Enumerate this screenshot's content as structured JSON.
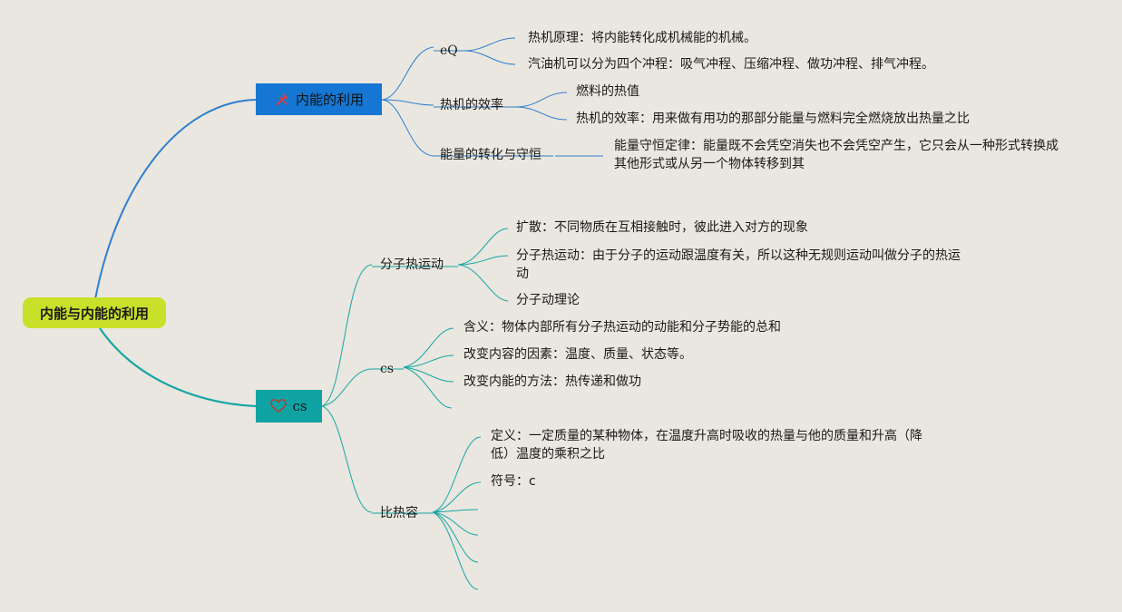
{
  "root": {
    "label": "内能与内能的利用"
  },
  "branch1": {
    "label": "内能的利用",
    "icon": "tools-icon",
    "children": [
      {
        "label": "eQ",
        "children": [
          "热机原理：将内能转化成机械能的机械。",
          "汽油机可以分为四个冲程：吸气冲程、压缩冲程、做功冲程、排气冲程。"
        ]
      },
      {
        "label": "热机的效率",
        "children": [
          "燃料的热值",
          "热机的效率：用来做有用功的那部分能量与燃料完全燃烧放出热量之比"
        ]
      },
      {
        "label": "能量的转化与守恒",
        "children": [
          "能量守恒定律：能量既不会凭空消失也不会凭空产生，它只会从一种形式转换成其他形式或从另一个物体转移到其"
        ]
      }
    ]
  },
  "branch2": {
    "label": "cs",
    "icon": "heart-icon",
    "children": [
      {
        "label": "分子热运动",
        "children": [
          "扩散：不同物质在互相接触时，彼此进入对方的现象",
          "分子热运动：由于分子的运动跟温度有关，所以这种无规则运动叫做分子的热运动",
          "分子动理论"
        ]
      },
      {
        "label": "cs",
        "children": [
          "含义：物体内部所有分子热运动的动能和分子势能的总和",
          "改变内容的因素：温度、质量、状态等。",
          "改变内能的方法：热传递和做功",
          ""
        ]
      },
      {
        "label": "比热容",
        "children": [
          "定义：一定质量的某种物体，在温度升高时吸收的热量与他的质量和升高（降低）温度的乘积之比",
          "符号：c",
          "",
          "",
          "",
          ""
        ]
      }
    ]
  },
  "colors": {
    "root": "#c8e02a",
    "branch1": "#1577d3",
    "branch2": "#10a3a3",
    "line1": "#2f7fcf",
    "line2": "#17a6a6"
  }
}
